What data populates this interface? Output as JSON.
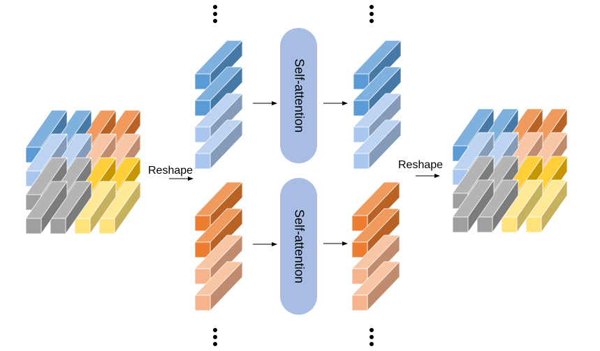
{
  "labels": {
    "reshape_in": "Reshape",
    "reshape_out": "Reshape",
    "attention_top": "Self-attention",
    "attention_bottom": "Self-attention"
  },
  "colors": {
    "blue": "#5b9bd5",
    "light_blue": "#a9c7ee",
    "orange": "#ed7d31",
    "light_orange": "#f6b48c",
    "yellow": "#ffc000",
    "light_yellow": "#ffe37a",
    "gray": "#9f9f9f",
    "pill": "#a7bde3"
  },
  "input_cube": {
    "rows": [
      [
        "blue",
        "blue",
        "orange",
        "orange"
      ],
      [
        "light_blue",
        "light_blue",
        "light_orange",
        "light_orange"
      ],
      [
        "gray",
        "gray",
        "yellow",
        "yellow"
      ],
      [
        "gray",
        "gray",
        "light_yellow",
        "light_yellow"
      ]
    ]
  },
  "output_cube": {
    "rows": [
      [
        "blue",
        "blue",
        "orange",
        "orange"
      ],
      [
        "light_blue",
        "light_blue",
        "light_orange",
        "light_orange"
      ],
      [
        "gray",
        "gray",
        "yellow",
        "yellow"
      ],
      [
        "gray",
        "gray",
        "light_yellow",
        "light_yellow"
      ]
    ]
  },
  "stacks": {
    "blue": [
      "blue",
      "blue",
      "light_blue",
      "light_blue"
    ],
    "orange": [
      "orange",
      "orange",
      "light_orange",
      "light_orange"
    ]
  }
}
